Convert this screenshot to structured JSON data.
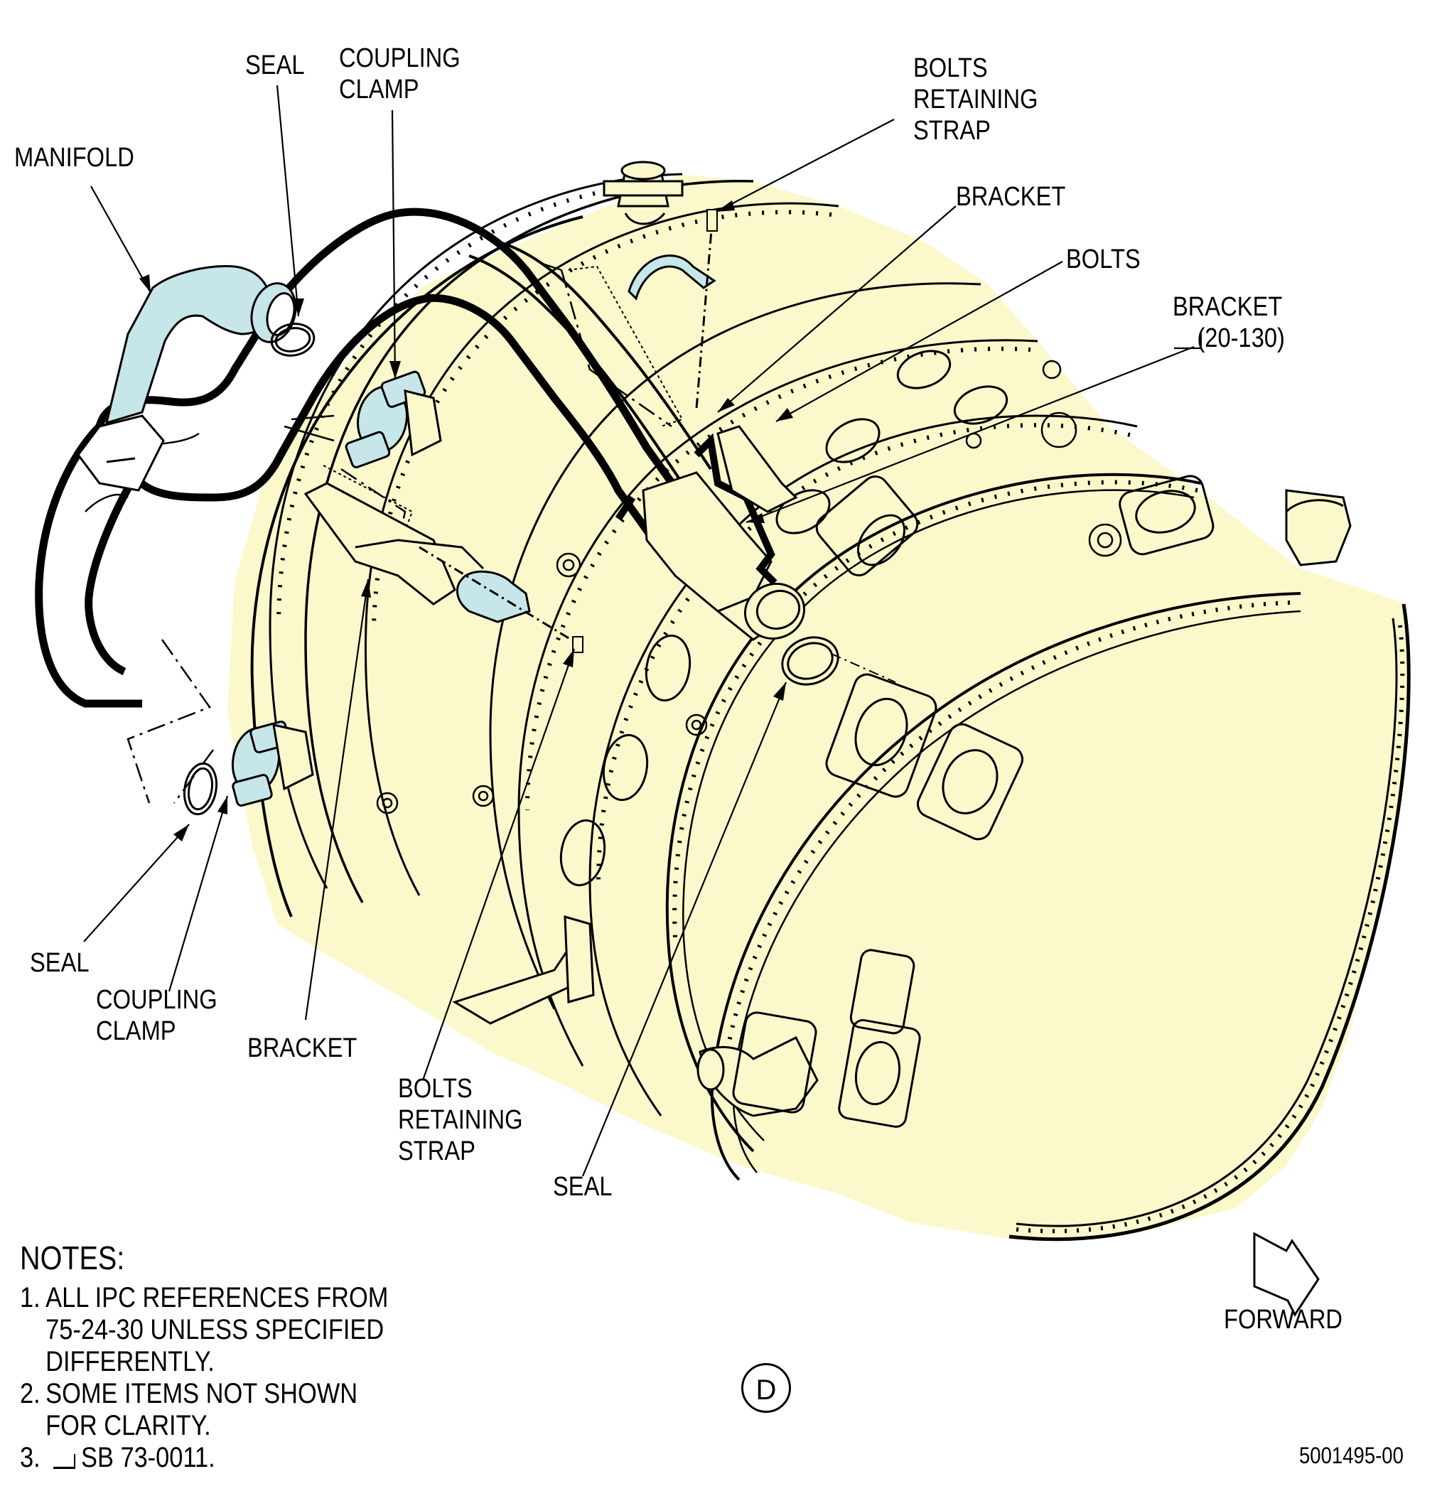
{
  "labels": {
    "seal_top": "SEAL",
    "coupling_clamp_top_1": "COUPLING",
    "coupling_clamp_top_2": "CLAMP",
    "manifold": "MANIFOLD",
    "bolts_retaining_strap_top_1": "BOLTS",
    "bolts_retaining_strap_top_2": "RETAINING",
    "bolts_retaining_strap_top_3": "STRAP",
    "bracket_top": "BRACKET",
    "bolts_right": "BOLTS",
    "bracket_ref": "BRACKET",
    "bracket_ref_ipc": "(20-130)",
    "seal_left": "SEAL",
    "coupling_clamp_bottom_1": "COUPLING",
    "coupling_clamp_bottom_2": "CLAMP",
    "bracket_bottom": "BRACKET",
    "bolts_retaining_strap_bottom_1": "BOLTS",
    "bolts_retaining_strap_bottom_2": "RETAINING",
    "bolts_retaining_strap_bottom_3": "STRAP",
    "seal_bottom": "SEAL",
    "forward": "FORWARD",
    "view": "D",
    "drawing_number": "5001495-00"
  },
  "notes": {
    "title": "NOTES:",
    "items": [
      {
        "num": "1.",
        "lines": [
          "ALL IPC REFERENCES FROM",
          "75-24-30 UNLESS SPECIFIED",
          "DIFFERENTLY."
        ]
      },
      {
        "num": "2.",
        "lines": [
          "SOME ITEMS NOT SHOWN",
          "FOR CLARITY."
        ]
      },
      {
        "num": "3.",
        "lines": [
          "SB 73-0011."
        ]
      }
    ]
  },
  "colors": {
    "engine_fill": "#fbf8cc",
    "manifold_fill": "#c7e6ea",
    "line": "#000000"
  }
}
